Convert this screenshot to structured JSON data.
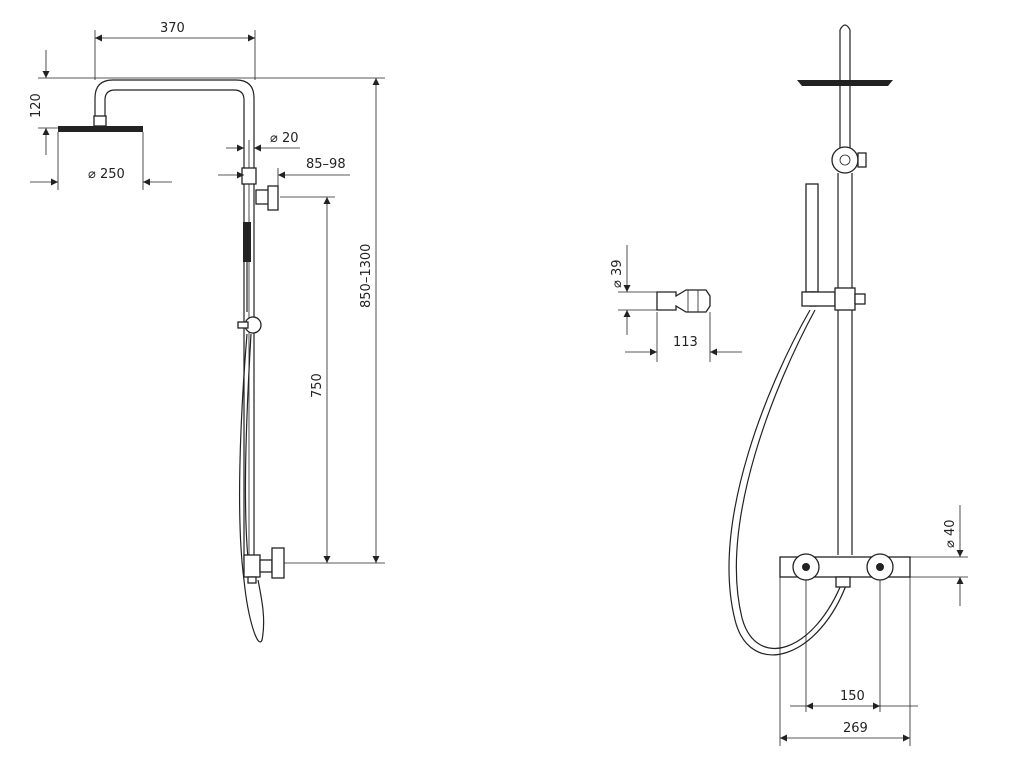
{
  "left_view": {
    "dim_top_width": "370",
    "dim_head_height": "120",
    "dim_bar_diameter": "⌀ 20",
    "dim_arm_offset": "85–98",
    "dim_head_diameter": "⌀ 250",
    "dim_hand_height": "750",
    "dim_total_height": "850–1300"
  },
  "holder_detail": {
    "dim_diameter": "⌀ 39",
    "dim_length": "113"
  },
  "right_view": {
    "dim_inlet_diameter": "⌀ 40",
    "dim_inlet_spacing": "150",
    "dim_body_width": "269"
  }
}
